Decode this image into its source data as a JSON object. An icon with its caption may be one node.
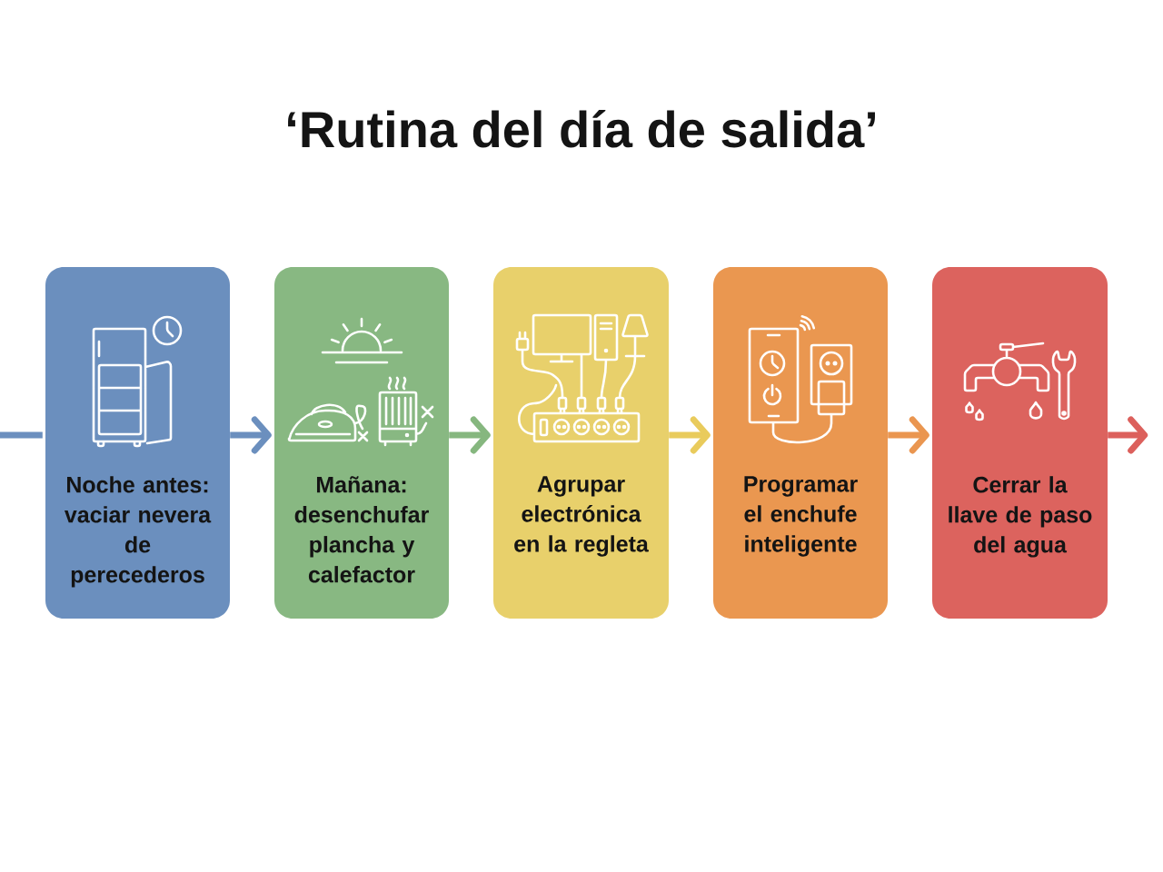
{
  "diagram": {
    "title": "‘Rutina del día de salida’",
    "nodes": [
      {
        "text": [
          "Noche antes: vaciar nevera de perecederos"
        ]
      },
      {
        "text": [
          "Mañana: desenchufar plancha y calefactor"
        ]
      },
      {
        "text": [
          "Agrupar electrónica en la regleta"
        ]
      },
      {
        "text": [
          "Programar el enchufe inteligente"
        ]
      },
      {
        "text": [
          "Cerrar la llave de paso del agua"
        ]
      }
    ],
    "edges": [
      {
        "from": null,
        "to": 0,
        "arrow": "none",
        "color": "#6b8fbe"
      },
      {
        "from": 0,
        "to": 1,
        "arrow": "to",
        "color": "#6b8fbe"
      },
      {
        "from": 1,
        "to": 2,
        "arrow": "to",
        "color": "#86b77f"
      },
      {
        "from": 2,
        "to": 3,
        "arrow": "to",
        "color": "#e9cb5c"
      },
      {
        "from": 3,
        "to": 4,
        "arrow": "to",
        "color": "#ea9650"
      },
      {
        "from": 4,
        "to": null,
        "arrow": "to",
        "color": "#dc605c"
      }
    ]
  }
}
